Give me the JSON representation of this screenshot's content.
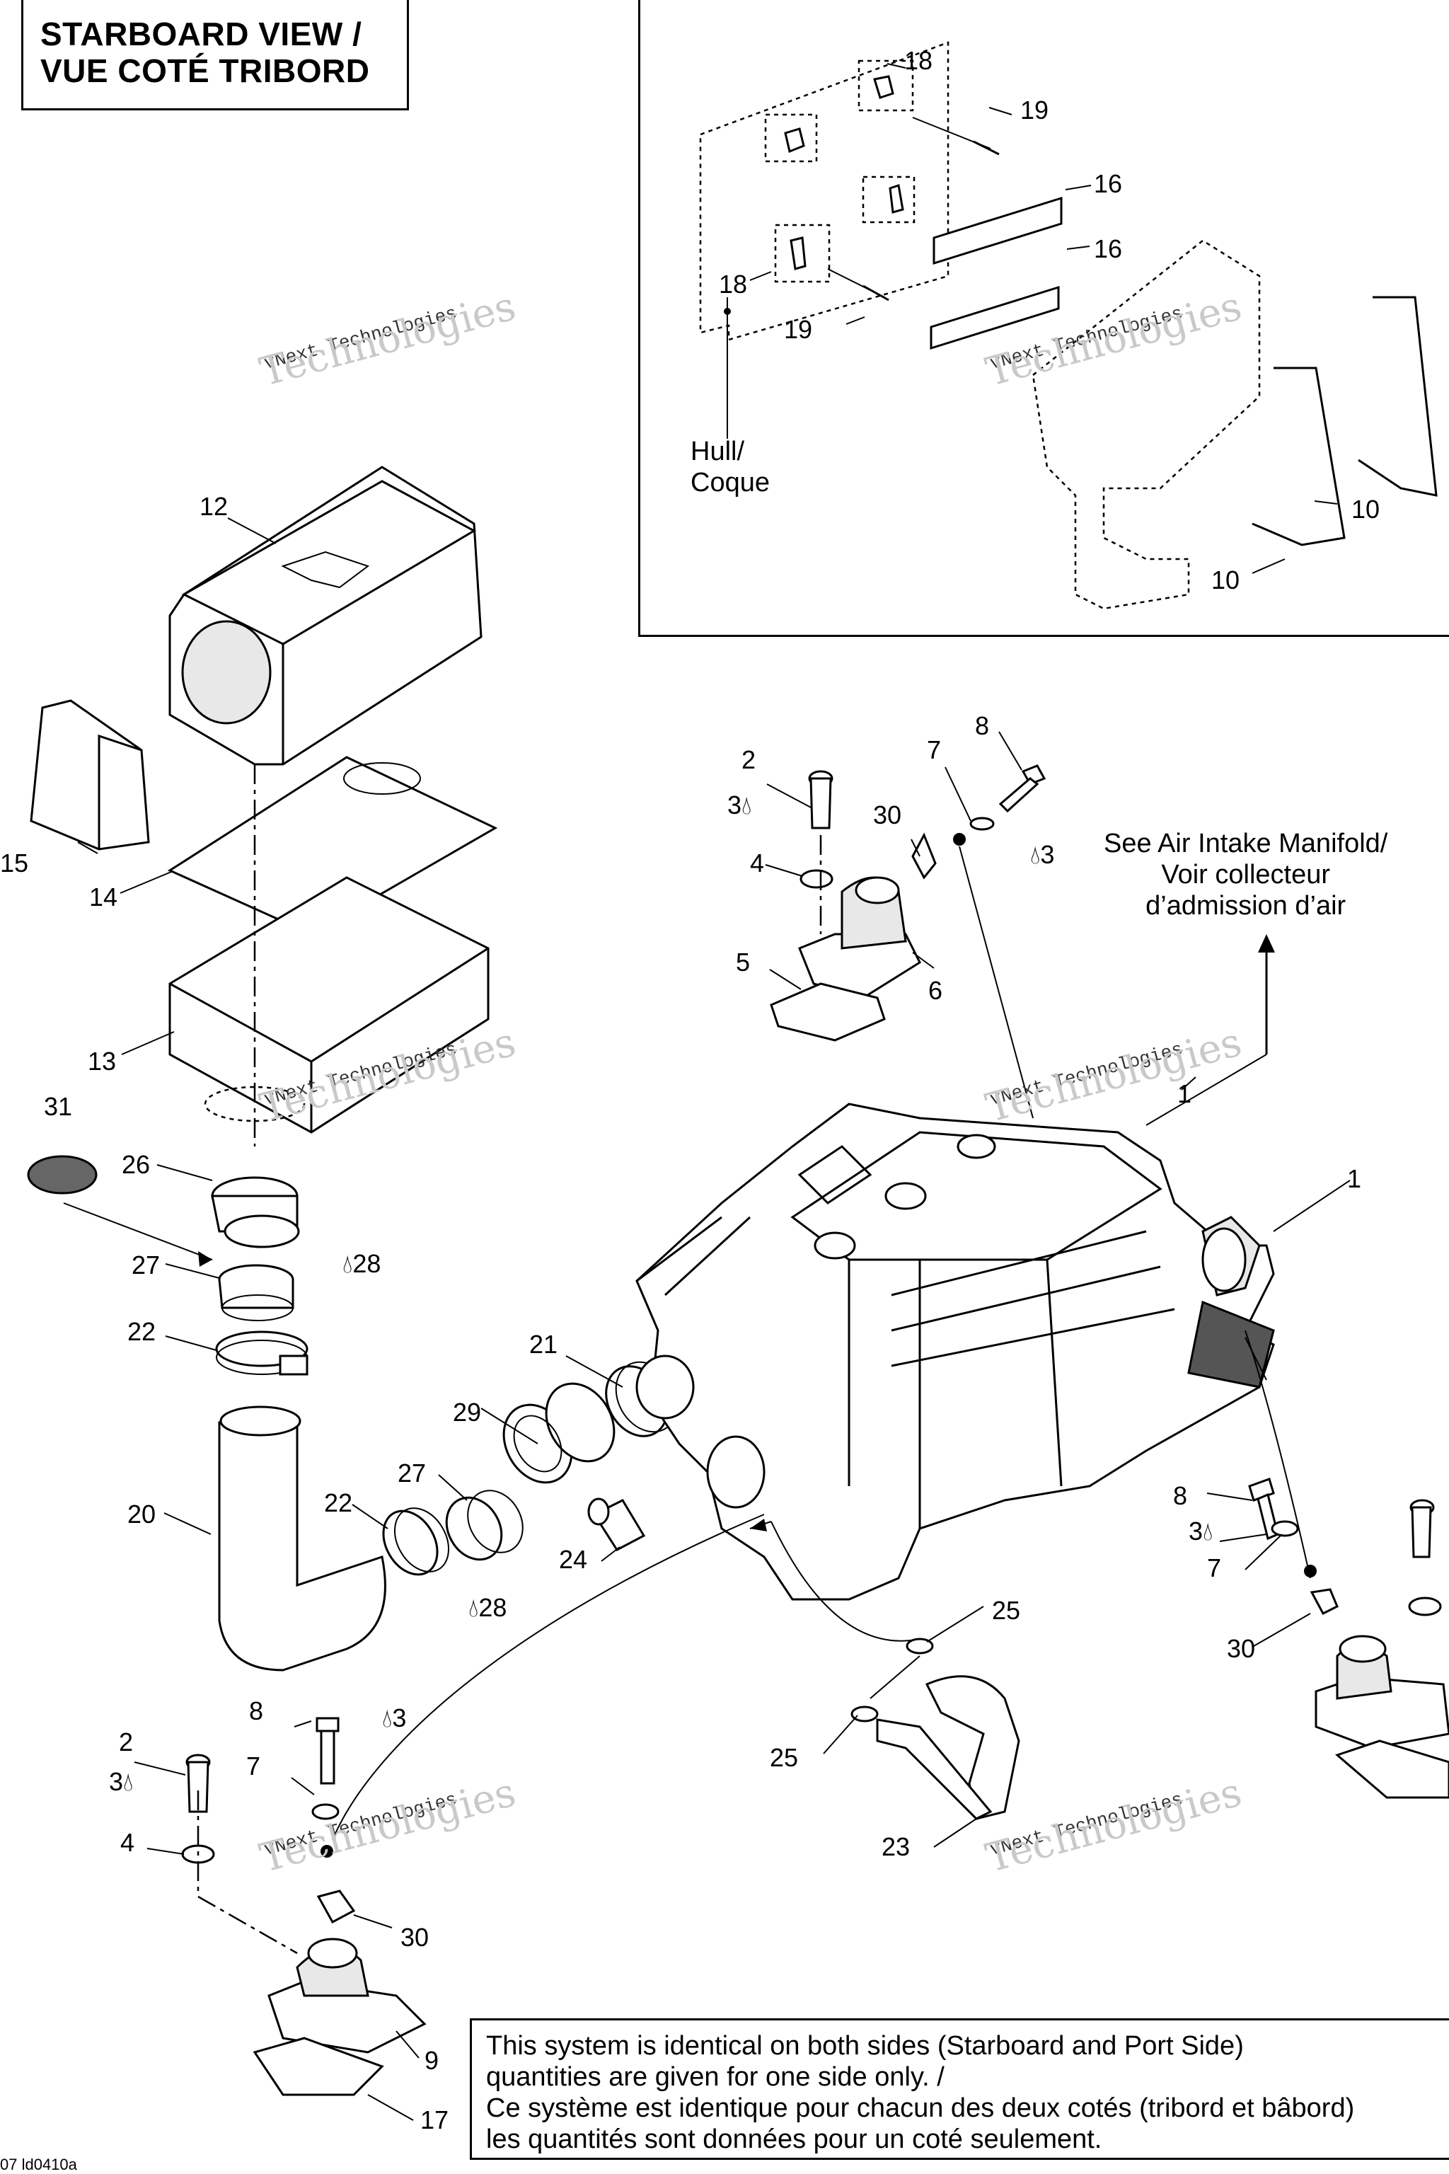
{
  "title": {
    "line1": "STARBOARD VIEW /",
    "line2": "VUE COTÉ TRIBORD"
  },
  "inset_label": {
    "line1": "Hull/",
    "line2": "Coque"
  },
  "manifold_ref": {
    "line1": "See Air Intake Manifold/",
    "line2": "Voir collecteur",
    "line3": "d’admission d’air"
  },
  "note": {
    "line1": "This system is identical on both sides (Starboard and Port Side)",
    "line2": "quantities are given for one side only. /",
    "line3": "Ce système est identique pour chacun des deux cotés (tribord et bâbord)",
    "line4": "les quantités sont données pour un coté seulement."
  },
  "drawing_code": "07 ld0410a",
  "watermark": {
    "small": "vNext Technologies",
    "large": "Technologies"
  },
  "callouts": {
    "c1": "1",
    "c1b": "1",
    "c2a": "2",
    "c2b": "2",
    "c3a": "3",
    "c3b": "3",
    "c3c": "3",
    "c3d": "3",
    "c3e": "3",
    "c4a": "4",
    "c4b": "4",
    "c5": "5",
    "c6": "6",
    "c7a": "7",
    "c7b": "7",
    "c7c": "7",
    "c8a": "8",
    "c8b": "8",
    "c8c": "8",
    "c9": "9",
    "c10a": "10",
    "c10b": "10",
    "c12": "12",
    "c13": "13",
    "c14": "14",
    "c15": "15",
    "c16a": "16",
    "c16b": "16",
    "c17": "17",
    "c18a": "18",
    "c18b": "18",
    "c19a": "19",
    "c19b": "19",
    "c20": "20",
    "c21": "21",
    "c22a": "22",
    "c22b": "22",
    "c23": "23",
    "c24": "24",
    "c25a": "25",
    "c25b": "25",
    "c26": "26",
    "c27a": "27",
    "c27b": "27",
    "c28a": "28",
    "c28b": "28",
    "c29": "29",
    "c30a": "30",
    "c30b": "30",
    "c30c": "30",
    "c31": "31"
  },
  "icons": {
    "drop": "liquid-drop-icon"
  }
}
